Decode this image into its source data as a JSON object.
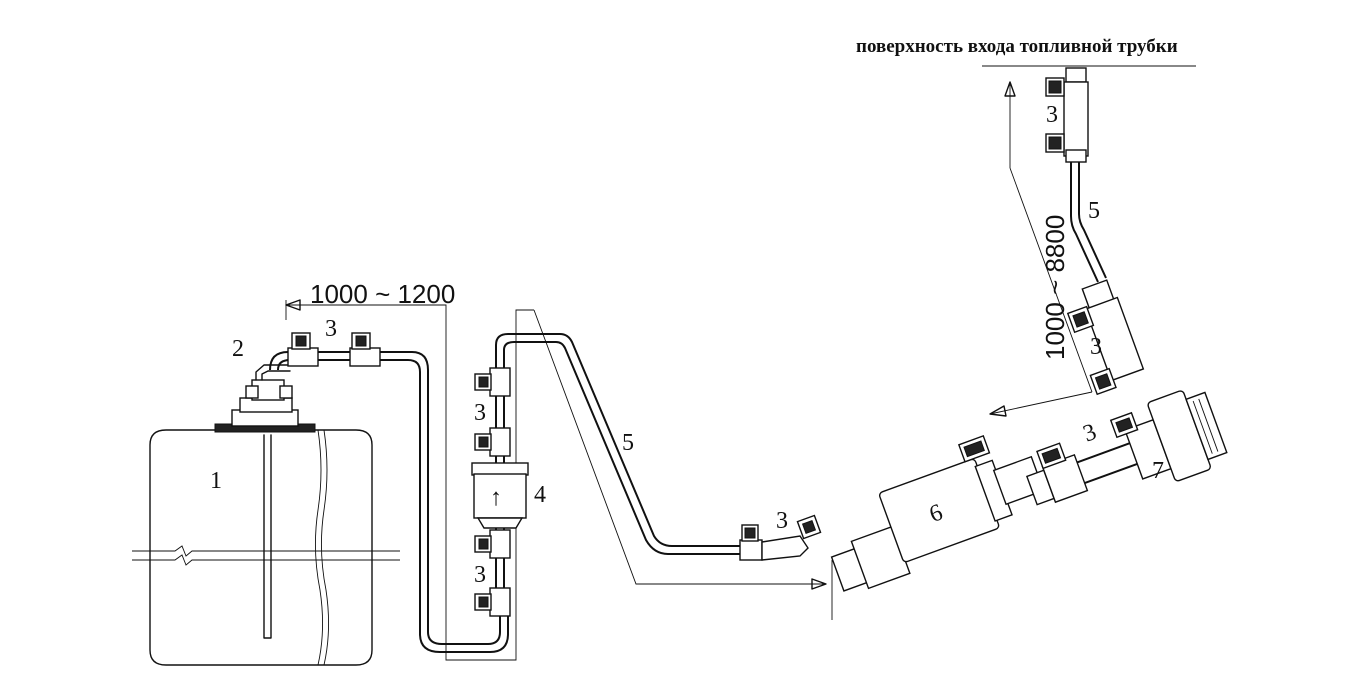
{
  "diagram": {
    "title": "поверхность входа топливной трубки",
    "dimensions": {
      "horizontal": "1000 ~ 1200",
      "vertical": "1000 ~ 8800"
    },
    "parts": {
      "tank": "1",
      "suction_pipe": "2",
      "clamp": "3",
      "filter": "4",
      "fuel_line": "5",
      "pump": "6",
      "heater": "7"
    },
    "filter_arrow": "↑"
  }
}
